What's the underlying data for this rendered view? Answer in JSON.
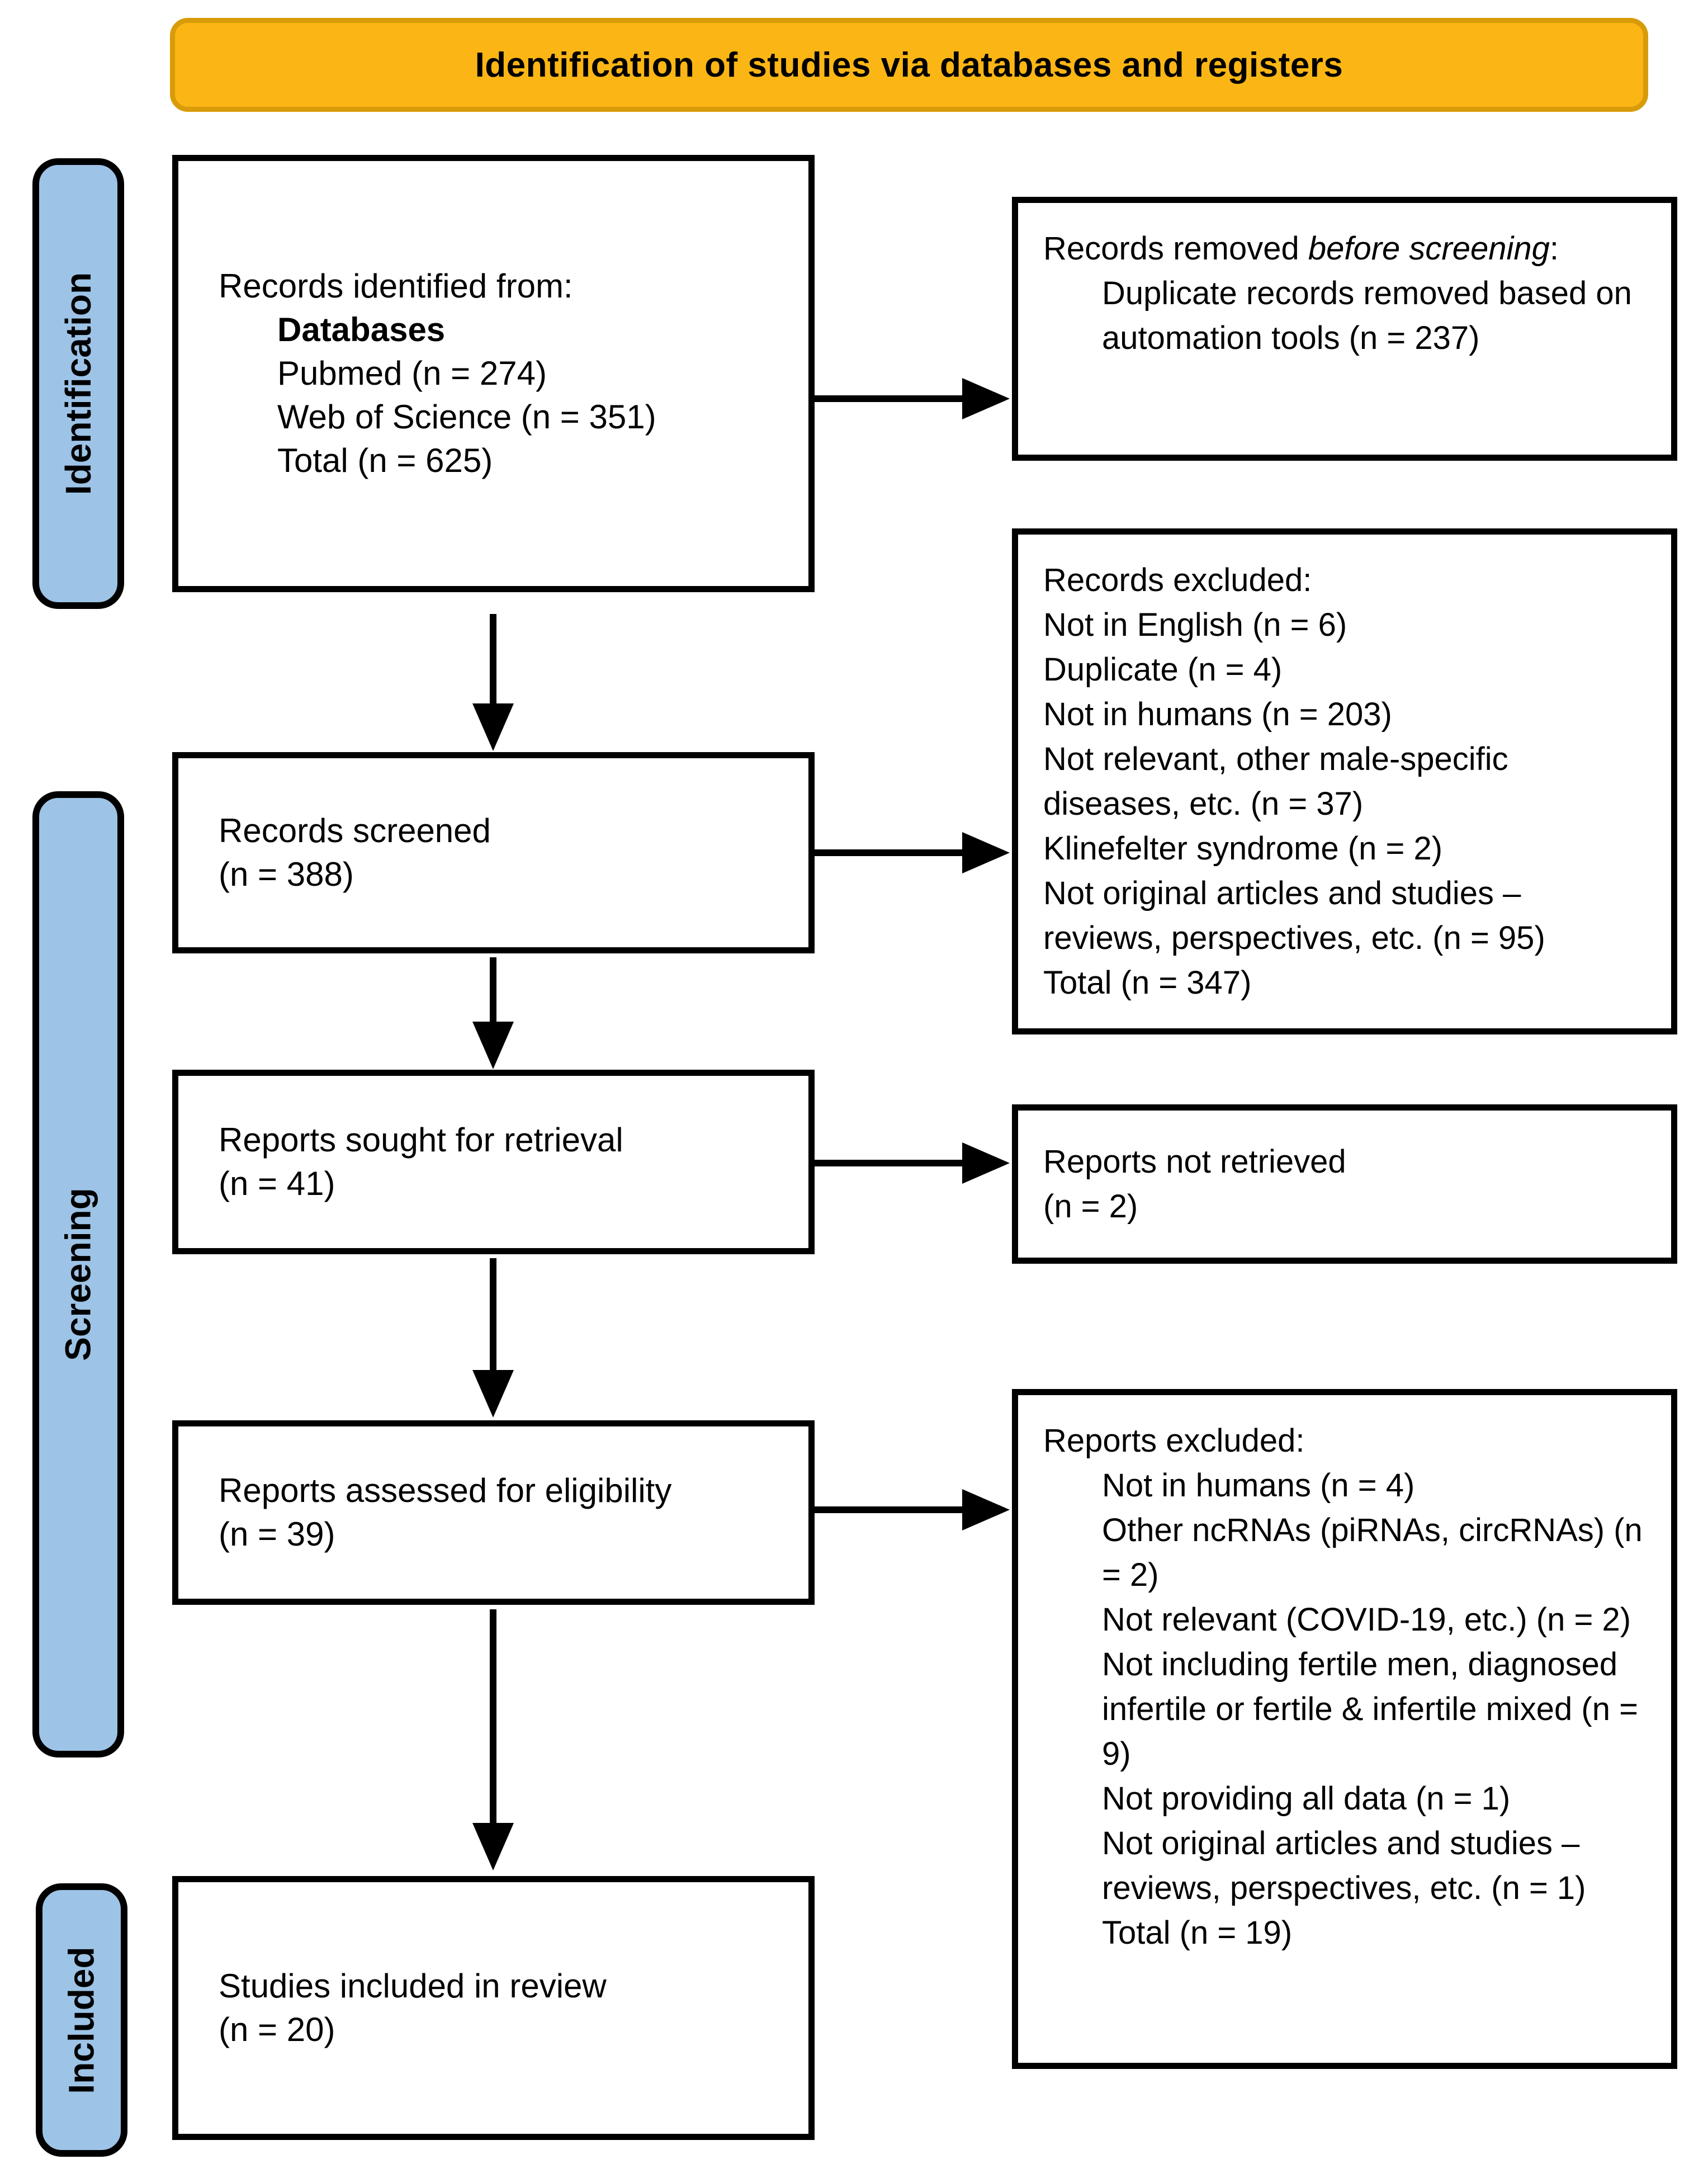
{
  "banner": {
    "title": "Identification of studies via databases and registers"
  },
  "sidebar": {
    "identification": "Identification",
    "screening": "Screening",
    "included": "Included"
  },
  "colors": {
    "banner_fill": "#FBB615",
    "banner_border": "#D89B09",
    "sidebar_fill": "#9DC3E6",
    "box_border": "#000000",
    "arrow": "#000000",
    "text": "#000000"
  },
  "flow": {
    "identified": {
      "title": "Records identified from:",
      "items": [
        "Databases",
        "Pubmed (n = 274)",
        "Web of Science (n = 351)",
        "Total (n = 625)"
      ]
    },
    "screened": {
      "line1": "Records screened",
      "line2": "(n = 388)"
    },
    "sought": {
      "line1": "Reports sought for retrieval",
      "line2": "(n = 41)"
    },
    "assessed": {
      "line1": "Reports assessed for eligibility",
      "line2": "(n = 39)"
    },
    "included": {
      "line1": "Studies included in review",
      "line2": "(n = 20)"
    }
  },
  "exclusions": {
    "removed_before": {
      "title_prefix": "Records removed ",
      "title_italic": "before screening",
      "title_suffix": ":",
      "items": [
        "Duplicate records removed based on automation tools (n = 237)"
      ]
    },
    "records_excluded": {
      "title": "Records excluded:",
      "items": [
        "Not in English (n = 6)",
        "Duplicate (n = 4)",
        "Not in humans (n = 203)",
        "Not relevant, other male-specific diseases, etc. (n = 37)",
        "Klinefelter syndrome (n = 2)",
        "Not original articles and studies – reviews, perspectives, etc. (n = 95)",
        "Total (n = 347)"
      ]
    },
    "not_retrieved": {
      "line1": "Reports not retrieved",
      "line2": "(n = 2)"
    },
    "reports_excluded": {
      "title": "Reports excluded:",
      "items": [
        "Not in humans (n = 4)",
        "Other ncRNAs (piRNAs, circRNAs) (n = 2)",
        "Not relevant (COVID-19, etc.) (n = 2)",
        "Not including fertile men, diagnosed infertile or fertile & infertile mixed (n = 9)",
        "Not providing all data (n = 1)",
        "Not original articles and studies – reviews, perspectives, etc. (n = 1)",
        "Total (n = 19)"
      ]
    }
  }
}
